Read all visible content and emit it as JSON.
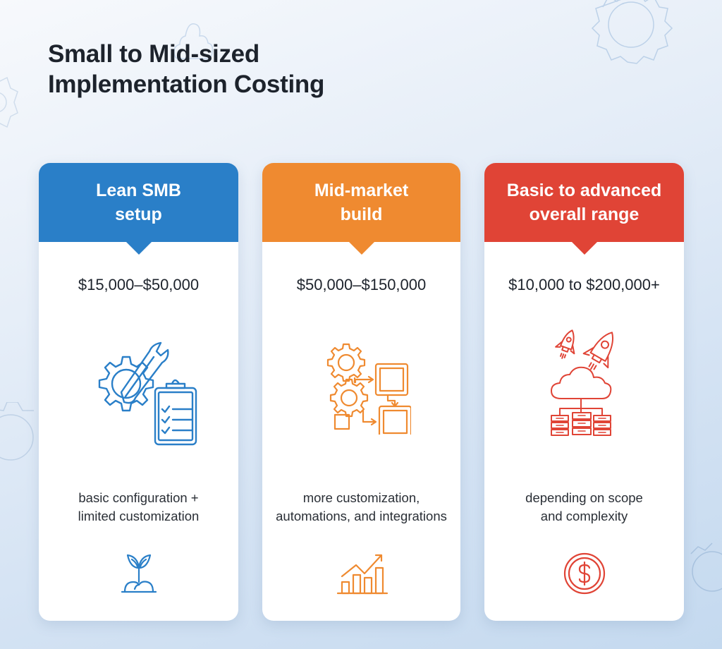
{
  "title": {
    "line1": "Small to Mid-sized",
    "line2": "Implementation Costing"
  },
  "colors": {
    "blue": "#2a7fc8",
    "orange": "#ef8a30",
    "red": "#e04436",
    "text_dark": "#1d232c"
  },
  "cards": [
    {
      "header_line1": "Lean SMB",
      "header_line2": "setup",
      "price": "$15,000–$50,000",
      "illustration_icon": "gear-wrench-clipboard-icon",
      "desc_line1": "basic configuration +",
      "desc_line2": "limited customization",
      "footer_icon": "sprout-icon"
    },
    {
      "header_line1": "Mid-market",
      "header_line2": "build",
      "price": "$50,000–$150,000",
      "illustration_icon": "gears-workflow-icon",
      "desc_line1": "more customization,",
      "desc_line2": "automations, and integrations",
      "footer_icon": "growth-chart-icon"
    },
    {
      "header_line1": "Basic to advanced",
      "header_line2": "overall range",
      "price": "$10,000 to $200,000+",
      "illustration_icon": "rockets-cloud-servers-icon",
      "desc_line1": "depending on scope",
      "desc_line2": "and complexity",
      "footer_icon": "dollar-coin-icon"
    }
  ]
}
